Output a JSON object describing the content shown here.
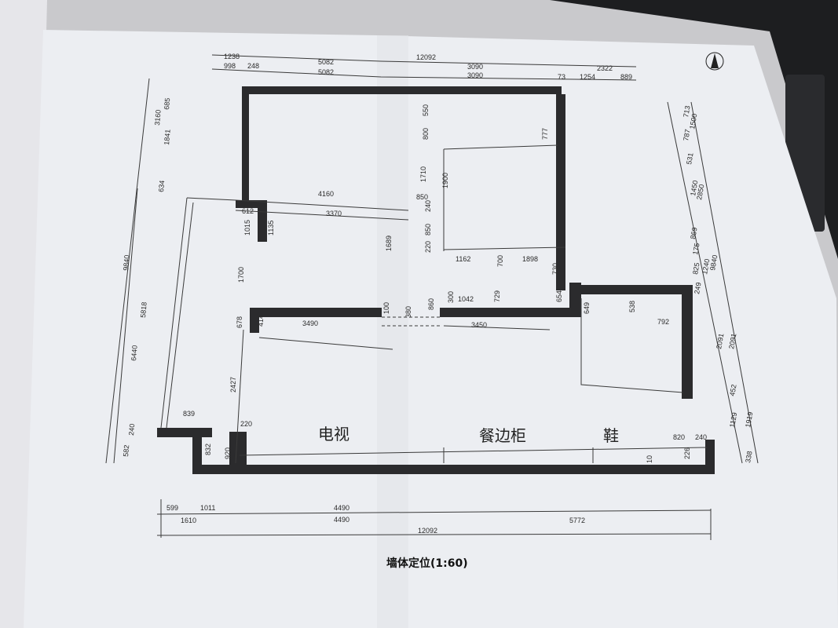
{
  "drawing": {
    "title": "墙体定位(1:60)",
    "north_arrow": "north-arrow-icon",
    "top_dimensions": [
      "1238",
      "998",
      "248",
      "5082",
      "5082",
      "12092",
      "3090",
      "3090",
      "2322",
      "73",
      "1254",
      "889"
    ],
    "left_dimensions": [
      "9840",
      "3160",
      "685",
      "1841",
      "634",
      "6440",
      "5818",
      "582",
      "240"
    ],
    "right_dimensions": [
      "713",
      "1500",
      "787",
      "531",
      "1450",
      "2850",
      "869",
      "175",
      "825",
      "1240",
      "9840",
      "249",
      "2091",
      "2091",
      "452",
      "1129",
      "1919",
      "338"
    ],
    "bottom_dimensions": [
      "599",
      "1011",
      "1610",
      "4490",
      "4490",
      "12092",
      "5772"
    ],
    "interior_dimensions": [
      "4160",
      "612",
      "3370",
      "1015",
      "1135",
      "1689",
      "850",
      "1700",
      "678",
      "414",
      "3490",
      "100",
      "380",
      "860",
      "300",
      "1042",
      "729",
      "700",
      "1162",
      "1898",
      "730",
      "654",
      "649",
      "3450",
      "2427",
      "839",
      "220",
      "832",
      "920",
      "820",
      "240",
      "226",
      "10",
      "792",
      "538",
      "1710",
      "1900",
      "800",
      "550",
      "777",
      "220",
      "850",
      "240"
    ],
    "handwritten_notes": [
      "电视",
      "餐边柜",
      "鞋"
    ]
  },
  "colors": {
    "paper": "#eceef2",
    "wall": "#2b2b2d",
    "line": "#3a3a3a",
    "background": "#cfcfd2",
    "keyboard": "#1d1e20"
  }
}
